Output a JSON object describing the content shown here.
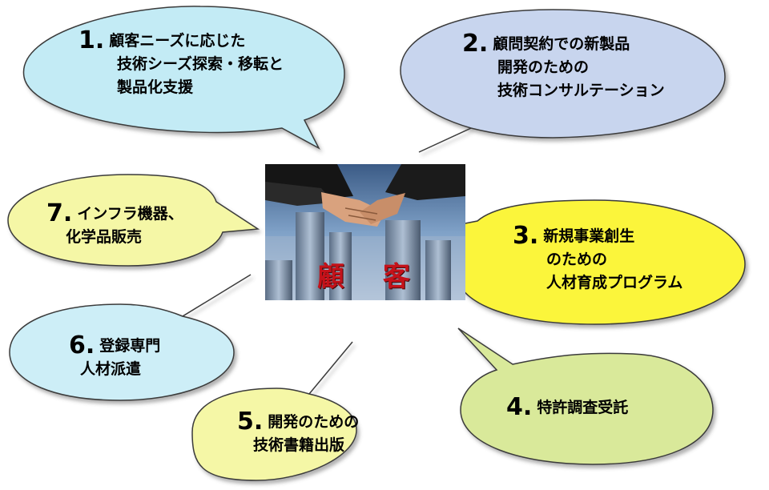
{
  "center": {
    "label": "顧 客"
  },
  "bubbles": [
    {
      "num": "1.",
      "lines": [
        "顧客ニーズに応じた",
        "技術シーズ探索・移転と",
        "製品化支援"
      ],
      "color": "#c3ebf5"
    },
    {
      "num": "2.",
      "lines": [
        "顧問契約での新製品",
        "開発のための",
        "技術コンサルテーション"
      ],
      "color": "#c8d5ee"
    },
    {
      "num": "3.",
      "lines": [
        "新規事業創生",
        "のための",
        "人材育成プログラム"
      ],
      "color": "#fbf53a"
    },
    {
      "num": "4.",
      "lines": [
        "特許調査受託"
      ],
      "color": "#d9e99a"
    },
    {
      "num": "5.",
      "lines": [
        "開発のための",
        "技術書籍出版"
      ],
      "color": "#f5f7a6"
    },
    {
      "num": "6.",
      "lines": [
        "登録専門",
        "人材派遣"
      ],
      "color": "#cdeef7"
    },
    {
      "num": "7.",
      "lines": [
        "インフラ機器、",
        "化学品販売"
      ],
      "color": "#f5f7a6"
    }
  ]
}
